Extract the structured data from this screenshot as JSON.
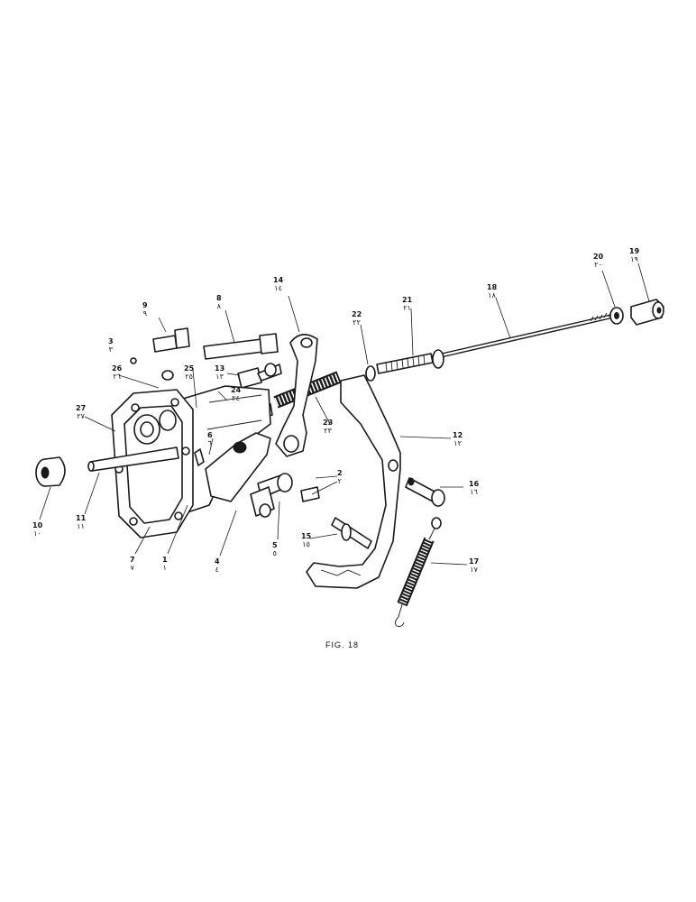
{
  "figure": {
    "caption": "FIG. 18",
    "callouts": [
      {
        "id": "c1",
        "num": "1",
        "arabic": "١"
      },
      {
        "id": "c2",
        "num": "2",
        "arabic": "٢"
      },
      {
        "id": "c3",
        "num": "3",
        "arabic": "٣"
      },
      {
        "id": "c4",
        "num": "4",
        "arabic": "٤"
      },
      {
        "id": "c5",
        "num": "5",
        "arabic": "٥"
      },
      {
        "id": "c6",
        "num": "6",
        "arabic": "٦"
      },
      {
        "id": "c7",
        "num": "7",
        "arabic": "٧"
      },
      {
        "id": "c8",
        "num": "8",
        "arabic": "٨"
      },
      {
        "id": "c9",
        "num": "9",
        "arabic": "٩"
      },
      {
        "id": "c10",
        "num": "10",
        "arabic": "١٠"
      },
      {
        "id": "c11",
        "num": "11",
        "arabic": "١١"
      },
      {
        "id": "c12",
        "num": "12",
        "arabic": "١٢"
      },
      {
        "id": "c13",
        "num": "13",
        "arabic": "١٣"
      },
      {
        "id": "c14",
        "num": "14",
        "arabic": "١٤"
      },
      {
        "id": "c15",
        "num": "15",
        "arabic": "١٥"
      },
      {
        "id": "c16",
        "num": "16",
        "arabic": "١٦"
      },
      {
        "id": "c17",
        "num": "17",
        "arabic": "١٧"
      },
      {
        "id": "c18",
        "num": "18",
        "arabic": "١٨"
      },
      {
        "id": "c19",
        "num": "19",
        "arabic": "١٩"
      },
      {
        "id": "c20",
        "num": "20",
        "arabic": "٢٠"
      },
      {
        "id": "c21",
        "num": "21",
        "arabic": "٢١"
      },
      {
        "id": "c22",
        "num": "22",
        "arabic": "٢٢"
      },
      {
        "id": "c23",
        "num": "23",
        "arabic": "٢٣"
      },
      {
        "id": "c24",
        "num": "24",
        "arabic": "٢٤"
      },
      {
        "id": "c25",
        "num": "25",
        "arabic": "٢٥"
      },
      {
        "id": "c26",
        "num": "26",
        "arabic": "٢٦"
      },
      {
        "id": "c27",
        "num": "27",
        "arabic": "٢٧"
      }
    ]
  }
}
